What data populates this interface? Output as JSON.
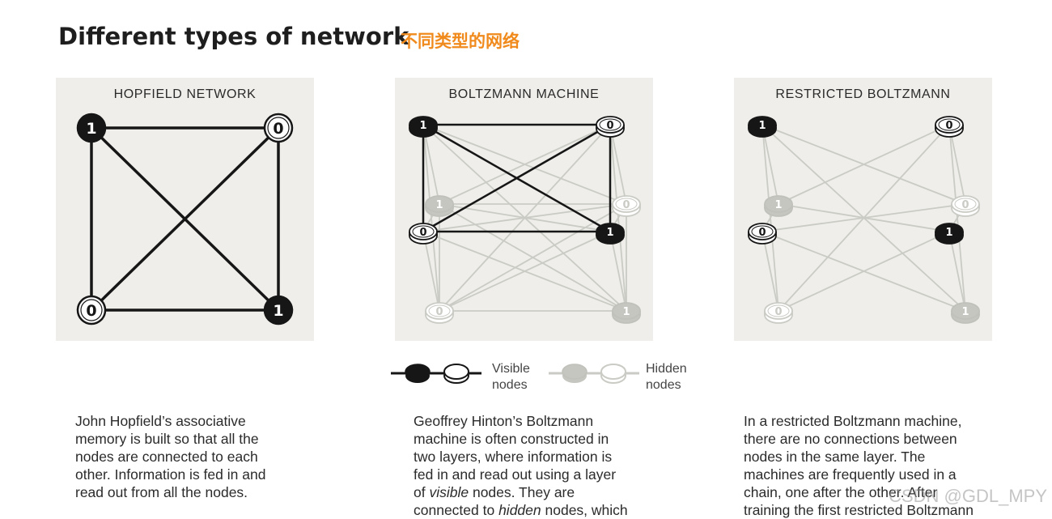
{
  "header": {
    "title": "Different types of network",
    "subtitle": "不同类型的网络"
  },
  "panels": [
    {
      "title": "HOPFIELD NETWORK",
      "style": "flat",
      "nodes": [
        {
          "label": "1",
          "fill": "black",
          "state": "visible"
        },
        {
          "label": "0",
          "fill": "white",
          "state": "visible"
        },
        {
          "label": "0",
          "fill": "white",
          "state": "visible"
        },
        {
          "label": "1",
          "fill": "black",
          "state": "visible"
        }
      ]
    },
    {
      "title": "BOLTZMANN MACHINE",
      "style": "disc",
      "nodes": [
        {
          "label": "1",
          "fill": "black",
          "state": "visible"
        },
        {
          "label": "0",
          "fill": "white",
          "state": "visible"
        },
        {
          "label": "1",
          "fill": "gray",
          "state": "hidden"
        },
        {
          "label": "0",
          "fill": "white",
          "state": "hidden"
        },
        {
          "label": "0",
          "fill": "white",
          "state": "visible"
        },
        {
          "label": "1",
          "fill": "black",
          "state": "visible"
        },
        {
          "label": "0",
          "fill": "white",
          "state": "hidden"
        },
        {
          "label": "1",
          "fill": "gray",
          "state": "hidden"
        }
      ]
    },
    {
      "title": "RESTRICTED BOLTZMANN",
      "style": "disc",
      "nodes": [
        {
          "label": "1",
          "fill": "black",
          "state": "visible"
        },
        {
          "label": "0",
          "fill": "white",
          "state": "visible"
        },
        {
          "label": "1",
          "fill": "gray",
          "state": "hidden"
        },
        {
          "label": "0",
          "fill": "white",
          "state": "hidden"
        },
        {
          "label": "0",
          "fill": "white",
          "state": "visible"
        },
        {
          "label": "1",
          "fill": "black",
          "state": "visible"
        },
        {
          "label": "0",
          "fill": "white",
          "state": "hidden"
        },
        {
          "label": "1",
          "fill": "gray",
          "state": "hidden"
        }
      ]
    }
  ],
  "legend": {
    "visible_label": "Visible\nnodes",
    "hidden_label": "Hidden\nnodes"
  },
  "captions": [
    "John Hopfield’s associative\nmemory is built so that all the\nnodes are connected to each\nother. Information is fed in and\nread out from all the nodes.",
    "Geoffrey Hinton’s Boltzmann\nmachine is often constructed in\ntwo layers, where information is\nfed in and read out using a layer\nof visible nodes. They are\nconnected to hidden nodes, which",
    "In a restricted Boltzmann machine,\nthere are no connections between\nnodes in the same layer. The\nmachines are frequently used in a\nchain, one after the other. After\ntraining the first restricted Boltzmann"
  ],
  "watermark": "CSDN @GDL_MPY",
  "colors": {
    "accent": "#f08a1c",
    "panel_bg": "#efeeea",
    "visible_edge": "#161616",
    "hidden_edge": "#c9cbc4",
    "hidden_fill": "#c4c6bf"
  }
}
